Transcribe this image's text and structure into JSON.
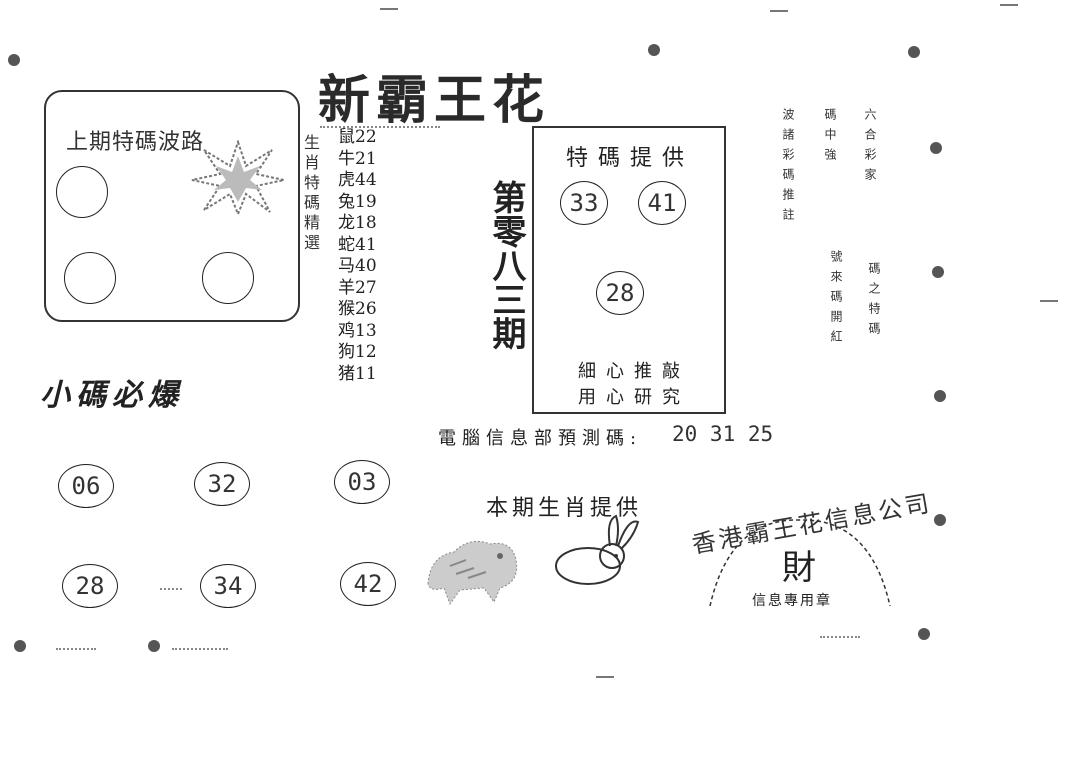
{
  "title": "新霸王花",
  "last_period": {
    "title": "上期特碼波路"
  },
  "zodiac_label": "生肖特碼精選",
  "zodiac_list": [
    "鼠22",
    "牛21",
    "虎44",
    "兔19",
    "龙18",
    "蛇41",
    "马40",
    "羊27",
    "猴26",
    "鸡13",
    "狗12",
    "猪11"
  ],
  "period_label": "第零八三期",
  "special_box": {
    "title": "特碼提供",
    "numbers": [
      "33",
      "41",
      "28"
    ],
    "footer_1": "細心推敲",
    "footer_2": "用心研究"
  },
  "small_numbers": {
    "title": "小碼必爆",
    "numbers": [
      "06",
      "32",
      "03",
      "28",
      "34",
      "42"
    ]
  },
  "computer_prediction": {
    "label": "電腦信息部預測碼:",
    "value": "20 31 25"
  },
  "zodiac_provide": "本期生肖提供",
  "notes": {
    "col1": "波諸彩碼推註",
    "col2": "碼中強",
    "col3": "號來碼開紅",
    "col4": "六合彩家",
    "col5": "碼之特碼"
  },
  "seal": {
    "ring_text": "香港霸王花信息公司",
    "center": "財",
    "sub": "信息專用章"
  }
}
